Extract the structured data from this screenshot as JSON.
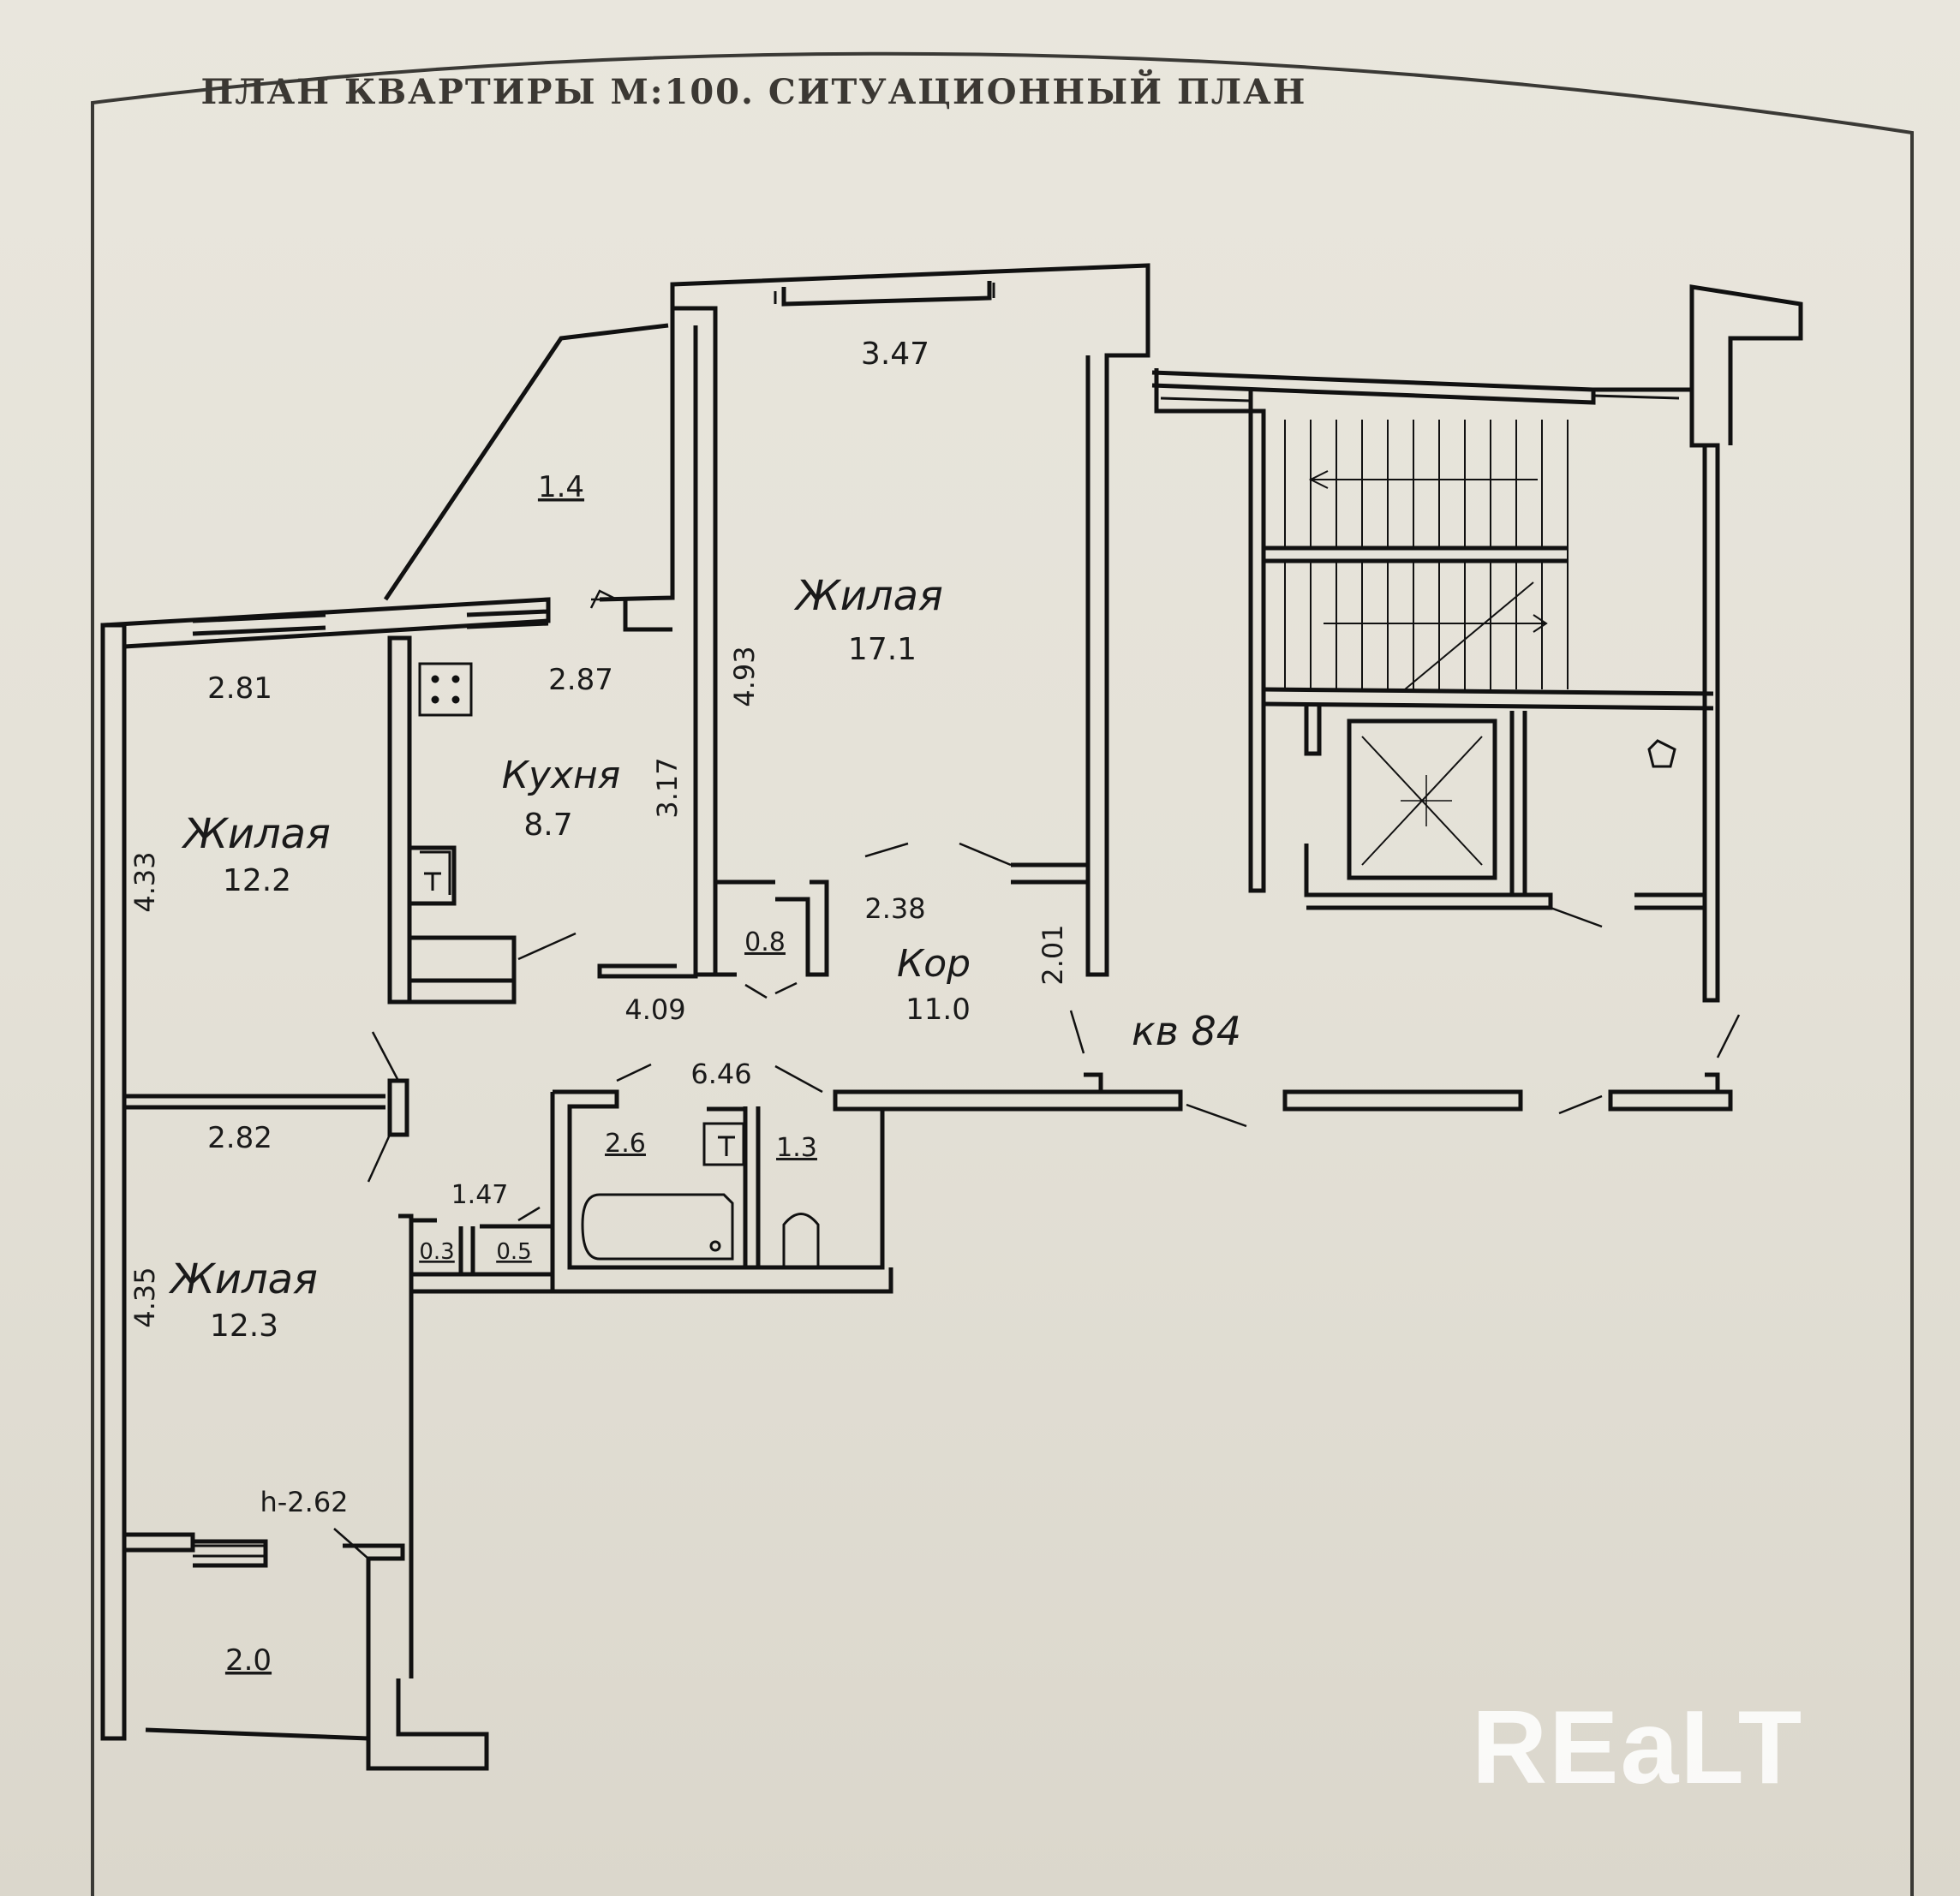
{
  "title": "ПЛАН КВАРТИРЫ М:100. СИТУАЦИОННЫЙ ПЛАН",
  "watermark": "REaLT",
  "apartment_label": "кв 84",
  "rooms": [
    {
      "name": "Жилая",
      "area": "17.1"
    },
    {
      "name": "Жилая",
      "area": "12.2"
    },
    {
      "name": "Кухня",
      "area": "8.7"
    },
    {
      "name": "Кор",
      "area": "11.0"
    },
    {
      "name": "Жилая",
      "area": "12.3"
    }
  ],
  "small_areas": {
    "balcony_top": "1.4",
    "closet": "0.8",
    "bath": "2.6",
    "wc": "1.3",
    "niche_a": "0.3",
    "niche_b": "0.5",
    "balcony_bottom": "2.0"
  },
  "dimensions": {
    "d347": "3.47",
    "d281": "2.81",
    "d287": "2.87",
    "d493": "4.93",
    "d317": "3.17",
    "d433": "4.33",
    "d238": "2.38",
    "d201": "2.01",
    "d409": "4.09",
    "d646": "6.46",
    "d282": "2.82",
    "d147": "1.47",
    "d435": "4.35",
    "height": "h-2.62"
  }
}
